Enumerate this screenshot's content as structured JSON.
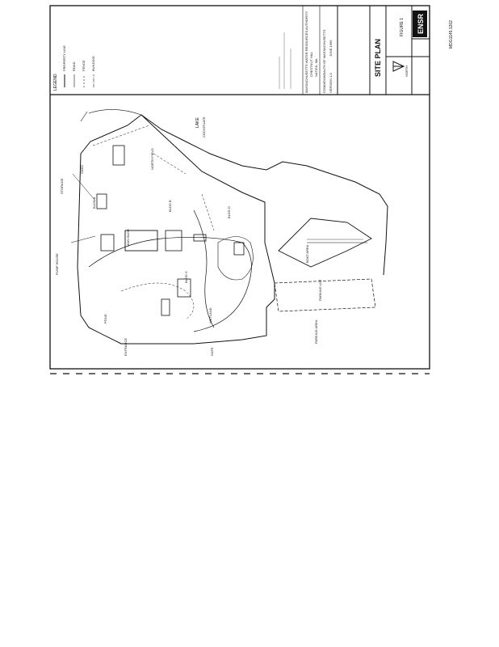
{
  "doc_id": "MDG1145.1202",
  "title_block": {
    "logo_text": "ENSR",
    "figure_label": "FIGURE 1",
    "sheet_title": "SITE PLAN",
    "project_line1": "MASSACHUSETTS WATER RESOURCES AUTHORITY",
    "project_line2": "CHESTNUT HILL",
    "project_line3": "NATICK, MA",
    "client_line": "COMMONWEALTH OF MASSACHUSETTS",
    "ref_line": "VERSION 1.0",
    "date_line": "JUNE 1999",
    "north_label": "NORTH"
  },
  "legend": {
    "title": "LEGEND",
    "items": [
      "PROPERTY LINE",
      "ROAD",
      "FENCE",
      "BUILDING"
    ]
  },
  "map_labels": {
    "lake": "LAKE",
    "lake_name": "COCHITUATE",
    "bldg_a": "BLDG A",
    "bldg_b": "BLDG B",
    "bldg_c": "BLDG C",
    "bldg_d": "BLDG D",
    "boat_area": "BOAT AREA",
    "parking": "PARKING LOT",
    "main_bldg": "MAIN BLDG",
    "lot": "PARKING AREA",
    "north_field": "NORTH FIELD",
    "entrance": "ENTRANCE",
    "gate": "GATE",
    "pond": "POND",
    "pump_house": "PUMP HOUSE",
    "storage": "STORAGE",
    "shed": "SHED",
    "wetland": "WETLAND"
  }
}
